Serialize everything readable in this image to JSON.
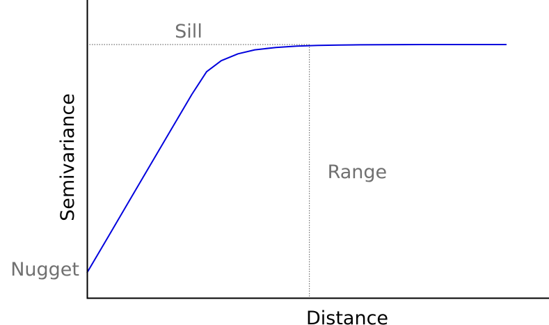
{
  "chart_data": {
    "type": "line",
    "title": "",
    "xlabel": "Distance",
    "ylabel": "Semivariance",
    "xlim": [
      0,
      10
    ],
    "ylim": [
      0,
      10
    ],
    "grid": false,
    "series": [
      {
        "color": "#0000dd",
        "x": [
          0,
          0.5,
          1.0,
          1.5,
          2.0,
          2.5,
          2.85,
          3.2,
          3.6,
          4.0,
          4.5,
          5.0,
          5.5,
          6.0,
          6.5,
          7.0,
          7.5,
          8.0,
          8.5,
          9.0,
          9.5,
          10.0
        ],
        "y": [
          1.0,
          2.35,
          3.7,
          5.05,
          6.4,
          7.75,
          8.6,
          9.02,
          9.28,
          9.43,
          9.52,
          9.57,
          9.595,
          9.61,
          9.62,
          9.625,
          9.628,
          9.63,
          9.63,
          9.63,
          9.63,
          9.63
        ]
      }
    ],
    "annotations": {
      "sill_label": "Sill",
      "range_label": "Range",
      "nugget_label": "Nugget",
      "sill_value": 9.63,
      "range_value": 5.3,
      "nugget_value": 1.0,
      "annotation_color": "#707070"
    }
  }
}
